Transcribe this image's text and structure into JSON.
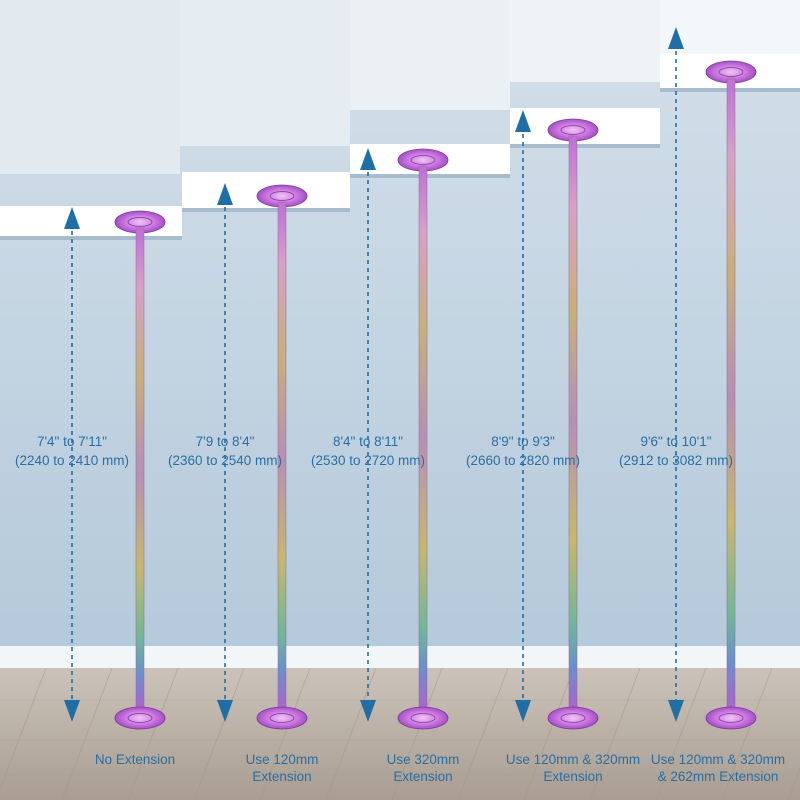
{
  "colors": {
    "wall": "#b9cddd",
    "ceiling": "#ffffff",
    "floor": "#b9aea3",
    "arrow": "#1f6fa6",
    "text": "#2a6fa3"
  },
  "poles": [
    {
      "height_line1": "7'4\" to 7'11\"",
      "height_line2": "(2240 to 2410 mm)",
      "caption_line1": "No Extension",
      "caption_line2": ""
    },
    {
      "height_line1": "7'9 to 8'4\"",
      "height_line2": "(2360 to 2540 mm)",
      "caption_line1": "Use 120mm",
      "caption_line2": "Extension"
    },
    {
      "height_line1": "8'4\" to 8'11\"",
      "height_line2": "(2530 to 2720 mm)",
      "caption_line1": "Use 320mm",
      "caption_line2": "Extension"
    },
    {
      "height_line1": "8'9\" to 9'3\"",
      "height_line2": "(2660 to 2820 mm)",
      "caption_line1": "Use 120mm & 320mm",
      "caption_line2": "Extension"
    },
    {
      "height_line1": "9'6\" to 10'1\"",
      "height_line2": "(2912 to 3082 mm)",
      "caption_line1": "Use 120mm & 320mm",
      "caption_line2": "& 262mm Extension"
    }
  ]
}
